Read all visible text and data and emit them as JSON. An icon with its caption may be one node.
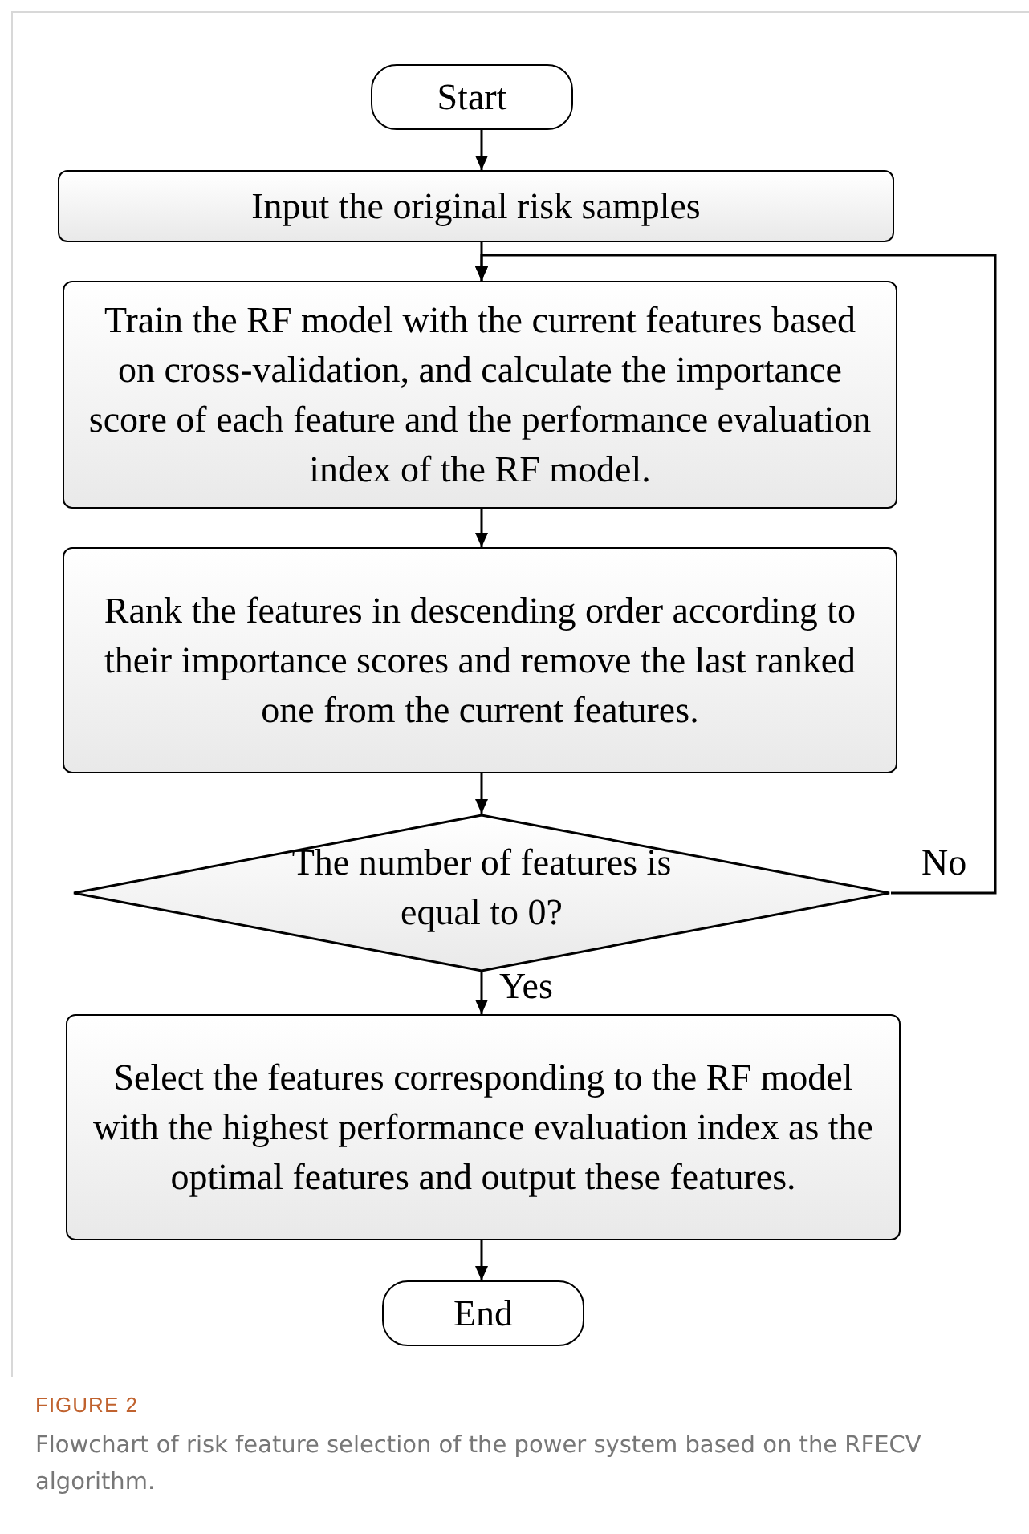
{
  "diagram": {
    "caption": "Flowchart of risk feature selection of the power system based on the RFECV algorithm.",
    "nodes": [
      {
        "text": [
          "Start"
        ]
      },
      {
        "text": [
          "Input the original risk samples"
        ]
      },
      {
        "text": [
          "Train the RF model with the current features based on cross-validation, and calculate the importance score of each feature and the performance evaluation index of the RF model."
        ]
      },
      {
        "text": [
          "Rank the features in descending order according to their importance scores and remove the last ranked one from the current features."
        ]
      },
      {
        "text": [
          "The number of features is equal to 0?"
        ]
      },
      {
        "text": [
          "Select the features corresponding to the RF model with the highest performance evaluation index as the optimal features and output these features."
        ]
      },
      {
        "text": [
          "End"
        ]
      }
    ],
    "edges": [
      {
        "from": 0,
        "to": 1,
        "arrow": "to"
      },
      {
        "from": 1,
        "to": 2,
        "arrow": "to"
      },
      {
        "from": 2,
        "to": 3,
        "arrow": "to"
      },
      {
        "from": 3,
        "to": 4,
        "arrow": "to"
      },
      {
        "from": 4,
        "to": 2,
        "arrow": "to",
        "label": "No"
      },
      {
        "from": 4,
        "to": 5,
        "arrow": "to",
        "label": "Yes"
      },
      {
        "from": 5,
        "to": 6,
        "arrow": "to"
      }
    ],
    "labels": [
      "FIGURE 2"
    ]
  }
}
